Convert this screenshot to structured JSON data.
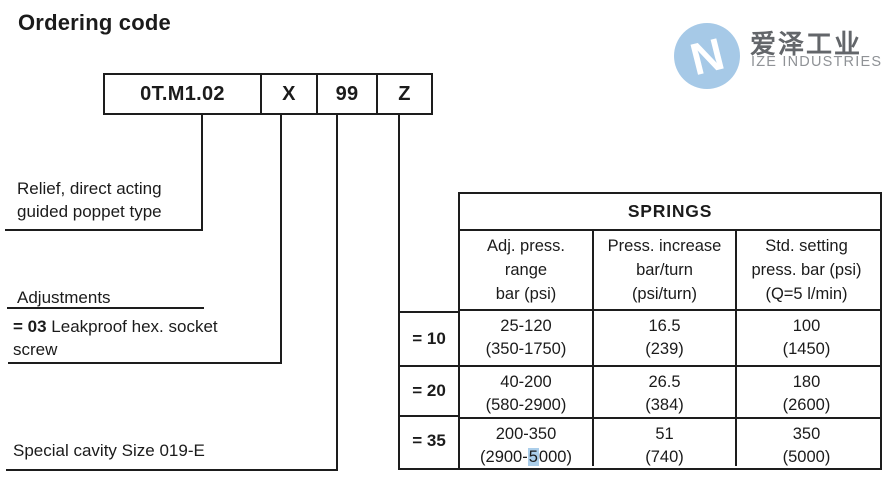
{
  "page": {
    "title": "Ordering code"
  },
  "logo": {
    "company_cn": "爱泽工业",
    "company_en": "IZE INDUSTRIES",
    "circle_color": "#a6c9e7",
    "mark_letter": "N"
  },
  "ordering_code": {
    "segments": [
      "0T.M1.02",
      "X",
      "99",
      "Z"
    ]
  },
  "callouts": {
    "relief": {
      "line1": "Relief, direct acting",
      "line2": "guided poppet type"
    },
    "adjustments": {
      "heading": "Adjustments",
      "code": "= 03",
      "text_line1": "Leakproof hex. socket",
      "text_line2": "screw"
    },
    "special_cavity": {
      "text": "Special cavity Size 019-E"
    }
  },
  "springs_table": {
    "title": "SPRINGS",
    "columns": [
      {
        "line1": "Adj. press.",
        "line2": "range",
        "line3": "bar (psi)"
      },
      {
        "line1": "Press. increase",
        "line2": "bar/turn",
        "line3": "(psi/turn)"
      },
      {
        "line1": "Std. setting",
        "line2": "press. bar (psi)",
        "line3": "(Q=5 l/min)"
      }
    ],
    "rows": [
      {
        "code": "= 10",
        "c1": {
          "v": "25-120",
          "p": "(350-1750)"
        },
        "c2": {
          "v": "16.5",
          "p": "(239)"
        },
        "c3": {
          "v": "100",
          "p": "(1450)"
        }
      },
      {
        "code": "= 20",
        "c1": {
          "v": "40-200",
          "p": "(580-2900)"
        },
        "c2": {
          "v": "26.5",
          "p": "(384)"
        },
        "c3": {
          "v": "180",
          "p": "(2600)"
        }
      },
      {
        "code": "= 35",
        "c1": {
          "v": "200-350",
          "p_pre": "(2900-",
          "p_hl": "5",
          "p_suf": "000)"
        },
        "c2": {
          "v": "51",
          "p": "(740)"
        },
        "c3": {
          "v": "350",
          "p": "(5000)"
        }
      }
    ],
    "highlight_color": "#abceea"
  }
}
